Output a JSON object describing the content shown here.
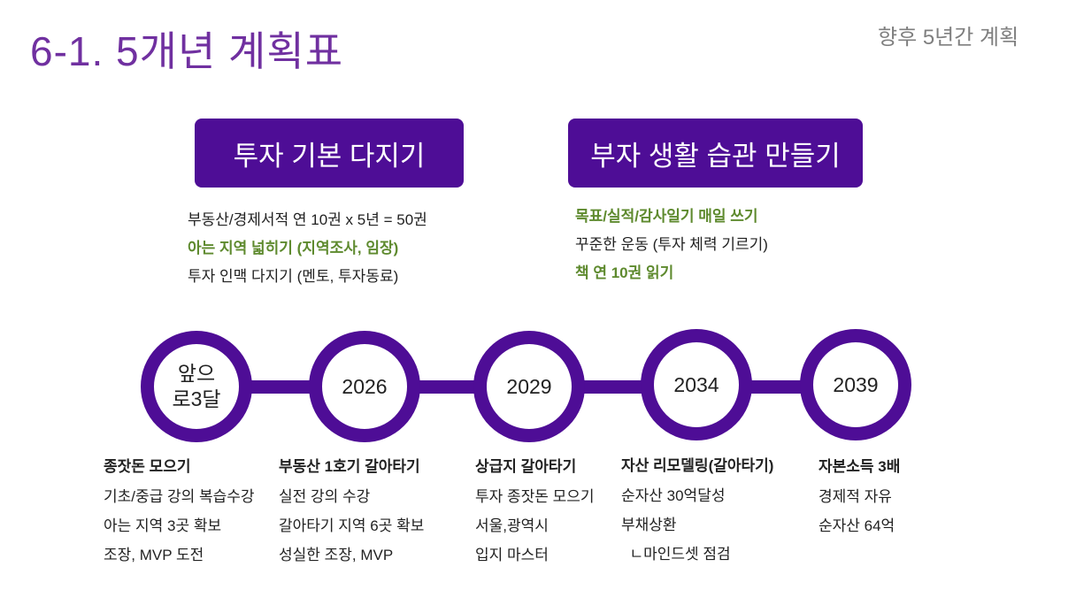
{
  "title": "6-1. 5개년 계획표",
  "subtitle": "향후 5년간 계획",
  "box_left": {
    "label": "투자 기본 다지기",
    "items": [
      {
        "text": "부동산/경제서적 연 10권 x 5년 = 50권",
        "highlight": false
      },
      {
        "text": "아는 지역 넓히기 (지역조사, 임장)",
        "highlight": true
      },
      {
        "text": "투자 인맥 다지기 (멘토, 투자동료)",
        "highlight": false
      }
    ]
  },
  "box_right": {
    "label": "부자 생활 습관 만들기",
    "items": [
      {
        "text": "목표/실적/감사일기 매일 쓰기",
        "highlight": true
      },
      {
        "text": "꾸준한 운동 (투자 체력 기르기)",
        "highlight": false
      },
      {
        "text": "책 연 10권 읽기",
        "highlight": true
      }
    ]
  },
  "timeline": [
    {
      "label": "앞으\n로3달",
      "heading": "종잣돈 모으기",
      "lines": [
        "기초/중급 강의 복습수강",
        "아는 지역 3곳 확보",
        "조장, MVP 도전"
      ]
    },
    {
      "label": "2026",
      "heading": "부동산 1호기 갈아타기",
      "lines": [
        "실전 강의 수강",
        "갈아타기 지역 6곳 확보",
        "성실한 조장, MVP"
      ]
    },
    {
      "label": "2029",
      "heading": "상급지 갈아타기",
      "lines": [
        "투자 종잣돈 모으기",
        "서울,광역시",
        "입지 마스터"
      ]
    },
    {
      "label": "2034",
      "heading": "자산 리모델링(갈아타기)",
      "lines": [
        "순자산 30억달성",
        "부채상환",
        "  ㄴ마인드셋 점검"
      ]
    },
    {
      "label": "2039",
      "heading": "자본소득 3배",
      "lines": [
        "경제적 자유",
        "순자산 64억"
      ]
    }
  ],
  "colors": {
    "title": "#7030a0",
    "accent": "#4e0d96",
    "highlight": "#5e8a2e"
  }
}
